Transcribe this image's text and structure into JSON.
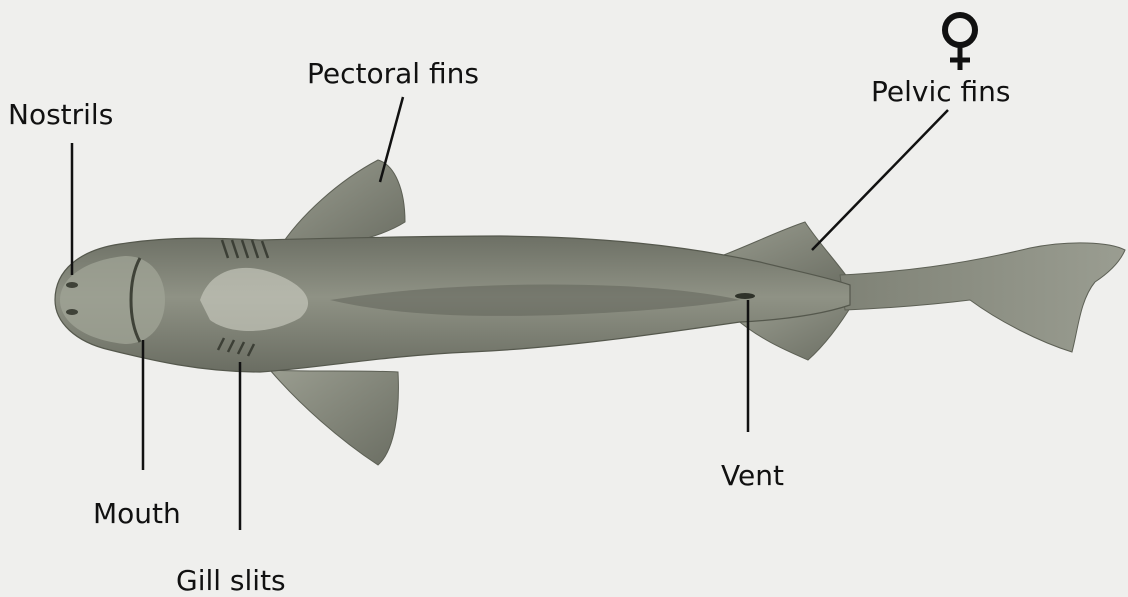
{
  "title": "",
  "labels": {
    "nostrils": "Nostrils",
    "pectoral_fins": "Pectoral fins",
    "pelvic_fins": "Pelvic fins",
    "mouth": "Mouth",
    "gill_slits": "Gill slits",
    "vent": "Vent"
  },
  "sex_symbol": "female",
  "colors": {
    "background": "#efefed",
    "shark_body": "#8c8f82",
    "shark_dark": "#5a5d52",
    "shark_light": "#b9bbb0",
    "text_and_lines": "#111111"
  }
}
